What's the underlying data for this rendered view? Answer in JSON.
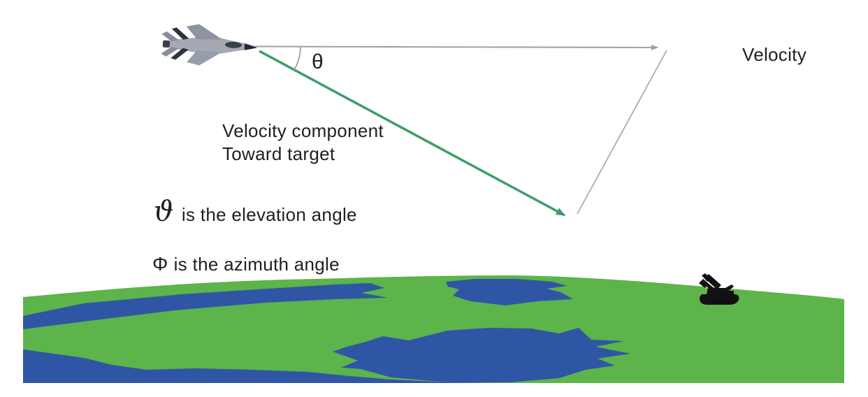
{
  "labels": {
    "velocity": "Velocity",
    "component_line1": "Velocity component",
    "component_line2": "Toward target",
    "theta": "θ"
  },
  "notes": {
    "elevation": {
      "symbol": "ϑ",
      "text": "is the elevation angle"
    },
    "azimuth": {
      "symbol": "Φ",
      "text": "is the azimuth angle"
    }
  },
  "icons": {
    "fighter_jet": "fighter-jet-icon",
    "missile_launcher": "missile-launcher-icon"
  },
  "colors": {
    "background": "#ffffff",
    "land_green": "#5cb44a",
    "water_blue": "#2f55a5",
    "vector_green": "#3d9e6b",
    "line_gray": "#9aa0a6",
    "text": "#1f1f1f",
    "vehicle_black": "#111111"
  }
}
